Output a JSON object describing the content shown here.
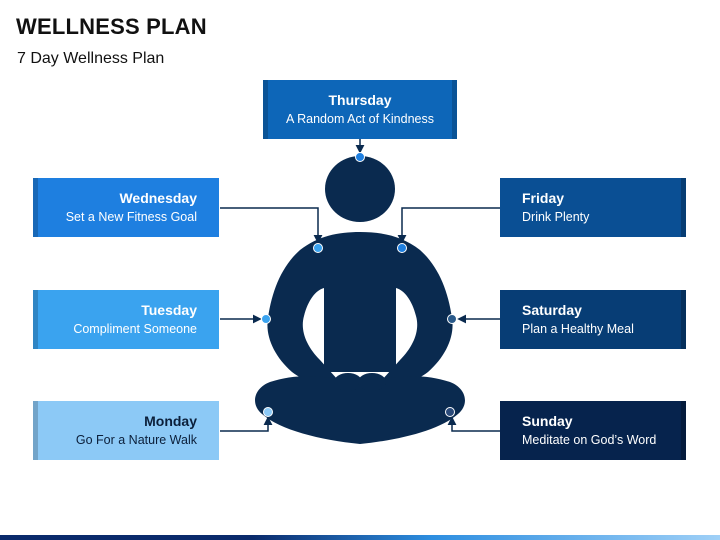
{
  "header": {
    "title": "WELLNESS PLAN",
    "subtitle": "7 Day Wellness Plan"
  },
  "days": {
    "thursday": {
      "day": "Thursday",
      "task": "A Random Act of Kindness"
    },
    "wednesday": {
      "day": "Wednesday",
      "task": "Set a New Fitness Goal"
    },
    "tuesday": {
      "day": "Tuesday",
      "task": "Compliment Someone"
    },
    "monday": {
      "day": "Monday",
      "task": "Go For a Nature Walk"
    },
    "friday": {
      "day": "Friday",
      "task": "Drink Plenty"
    },
    "saturday": {
      "day": "Saturday",
      "task": "Plan a Healthy Meal"
    },
    "sunday": {
      "day": "Sunday",
      "task": "Meditate on God’s Word"
    }
  },
  "colors": {
    "thursday": "#0d66b8",
    "wednesday": "#1e7fe0",
    "tuesday": "#3aa3ef",
    "monday": "#8cc9f6",
    "friday": "#0a4f94",
    "saturday": "#073d75",
    "sunday": "#06234d",
    "figure": "#0a2a4f",
    "connector": "#0a2a4f"
  },
  "icons": {
    "figure": "meditating-person-icon"
  }
}
